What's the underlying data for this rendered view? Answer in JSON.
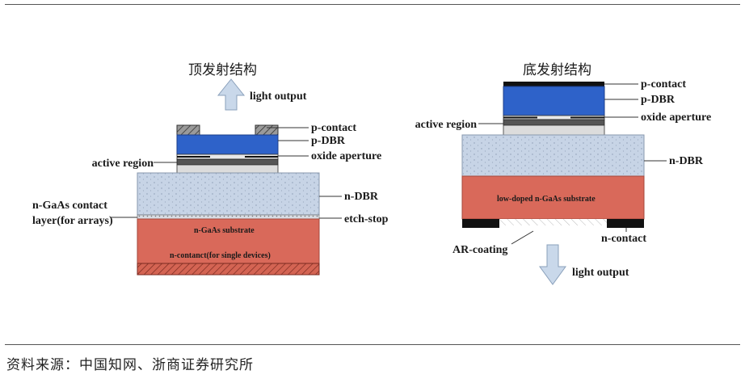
{
  "left": {
    "title": "顶发射结构",
    "output_label": "light output",
    "labels": {
      "p_contact": "p-contact",
      "p_dbr": "p-DBR",
      "oxide": "oxide aperture",
      "active": "active region",
      "n_dbr": "n-DBR",
      "gaas_contact_1": "n-GaAs contact",
      "gaas_contact_2": "layer(for arrays)",
      "etch_stop": "etch-stop",
      "substrate": "n-GaAs substrate",
      "n_contact": "n-contanct(for single devices)"
    }
  },
  "right": {
    "title": "底发射结构",
    "output_label": "light output",
    "labels": {
      "p_contact": "p-contact",
      "p_dbr": "p-DBR",
      "oxide": "oxide aperture",
      "active": "active region",
      "n_dbr": "n-DBR",
      "substrate": "low-doped n-GaAs substrate",
      "ar_coating": "AR-coating",
      "n_contact": "n-contact"
    }
  },
  "source": "资料来源：中国知网、浙商证券研究所",
  "colors": {
    "dbr_blue": "#2e62c9",
    "ndbr_gray": "#c7d4e6",
    "substrate_red": "#d9695a",
    "contact_black": "#111111"
  }
}
